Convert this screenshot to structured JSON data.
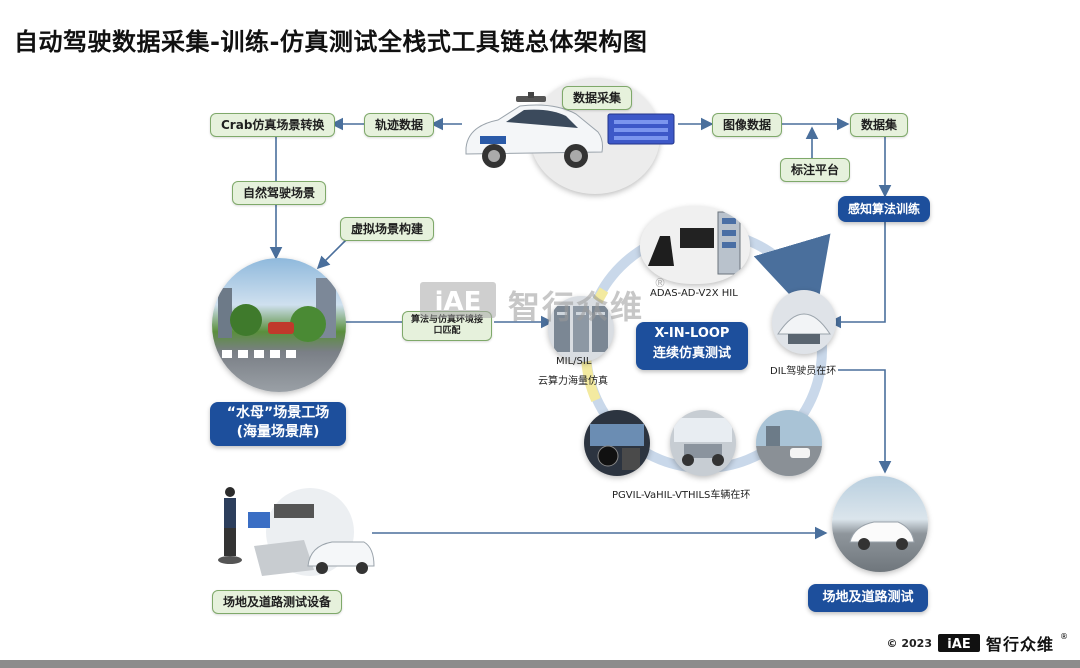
{
  "title": "自动驾驶数据采集-训练-仿真测试全栈式工具链总体架构图",
  "nodes": {
    "data_collection": "数据采集",
    "trajectory_data": "轨迹数据",
    "crab_conversion": "Crab仿真场景转换",
    "natural_scenes": "自然驾驶场景",
    "virtual_scene_build": "虚拟场景构建",
    "algo_interface": "算法与仿真环境接口匹配",
    "image_data": "图像数据",
    "dataset": "数据集",
    "annotation_platform": "标注平台",
    "perception_training": "感知算法训练",
    "adas_hil": "ADAS-AD-V2X HIL",
    "mil_sil": "MIL/SIL",
    "cloud_sim": "云算力海量仿真",
    "xil_title": "X-IN-LOOP",
    "xil_subtitle": "连续仿真测试",
    "dil": "DIL驾驶员在环",
    "pgvil": "PGVIL-VaHIL-VTHILS车辆在环",
    "jellyfish_line1": "“水母”场景工场",
    "jellyfish_line2": "(海量场景库)",
    "field_equipment": "场地及道路测试设备",
    "field_test": "场地及道路测试"
  },
  "watermark": {
    "logo": "iAE",
    "text": "智行众维",
    "mark": "®"
  },
  "footer": {
    "copyright": "© 2023",
    "logo": "iAE",
    "brand": "智行众维",
    "mark": "®"
  },
  "colors": {
    "pill_bg": "#e6f1dc",
    "pill_border": "#7fa96a",
    "accent_blue": "#1d4f9c",
    "arrow": "#4a6f9c"
  }
}
